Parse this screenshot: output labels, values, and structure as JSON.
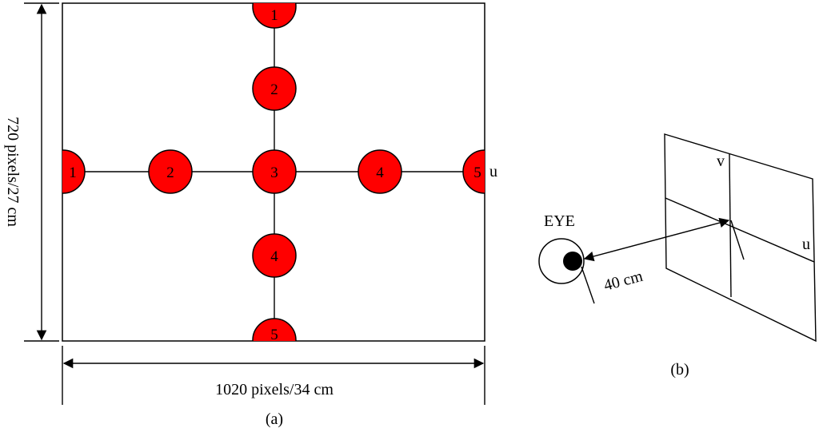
{
  "panel_a": {
    "caption": "(a)",
    "width_label": "1020 pixels/34 cm",
    "height_label": "720 pixels/27 cm",
    "axis_label": "u",
    "vertical_targets": [
      "1",
      "2",
      "3",
      "4",
      "5"
    ],
    "horizontal_targets": [
      "1",
      "2",
      "3",
      "4",
      "5"
    ],
    "target_color": "#ff0000"
  },
  "panel_b": {
    "caption": "(b)",
    "eye_label": "EYE",
    "distance_label": "40 cm",
    "u_label": "u",
    "v_label": "v"
  }
}
